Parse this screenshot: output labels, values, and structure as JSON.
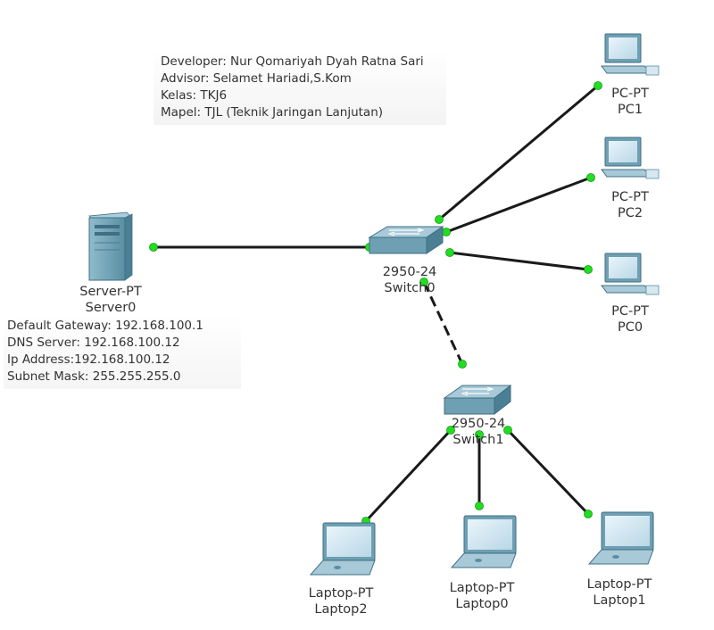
{
  "notes": {
    "developer": "Developer: Nur Qomariyah Dyah Ratna Sari",
    "advisor": "Advisor: Selamet Hariadi,S.Kom",
    "kelas": "Kelas: TKJ6",
    "mapel": "Mapel: TJL (Teknik Jaringan Lanjutan)"
  },
  "server_info": {
    "gateway": "Default Gateway: 192.168.100.1",
    "dns": "DNS Server: 192.168.100.12",
    "ip": "Ip Address:192.168.100.12",
    "mask": "Subnet Mask: 255.255.255.0"
  },
  "devices": {
    "server0": {
      "model": "Server-PT",
      "name": "Server0"
    },
    "switch0": {
      "model": "2950-24",
      "name": "Switch0"
    },
    "switch1": {
      "model": "2950-24",
      "name": "Switch1"
    },
    "pc1": {
      "model": "PC-PT",
      "name": "PC1"
    },
    "pc2": {
      "model": "PC-PT",
      "name": "PC2"
    },
    "pc0": {
      "model": "PC-PT",
      "name": "PC0"
    },
    "laptop2": {
      "model": "Laptop-PT",
      "name": "Laptop2"
    },
    "laptop0": {
      "model": "Laptop-PT",
      "name": "Laptop0"
    },
    "laptop1": {
      "model": "Laptop-PT",
      "name": "Laptop1"
    }
  },
  "colors": {
    "link": "#1a1a1a",
    "port_indicator": "#22dd22",
    "device_body": "#6e9fb2",
    "device_dark": "#3f6f84",
    "screen": "#cfe6f2"
  }
}
